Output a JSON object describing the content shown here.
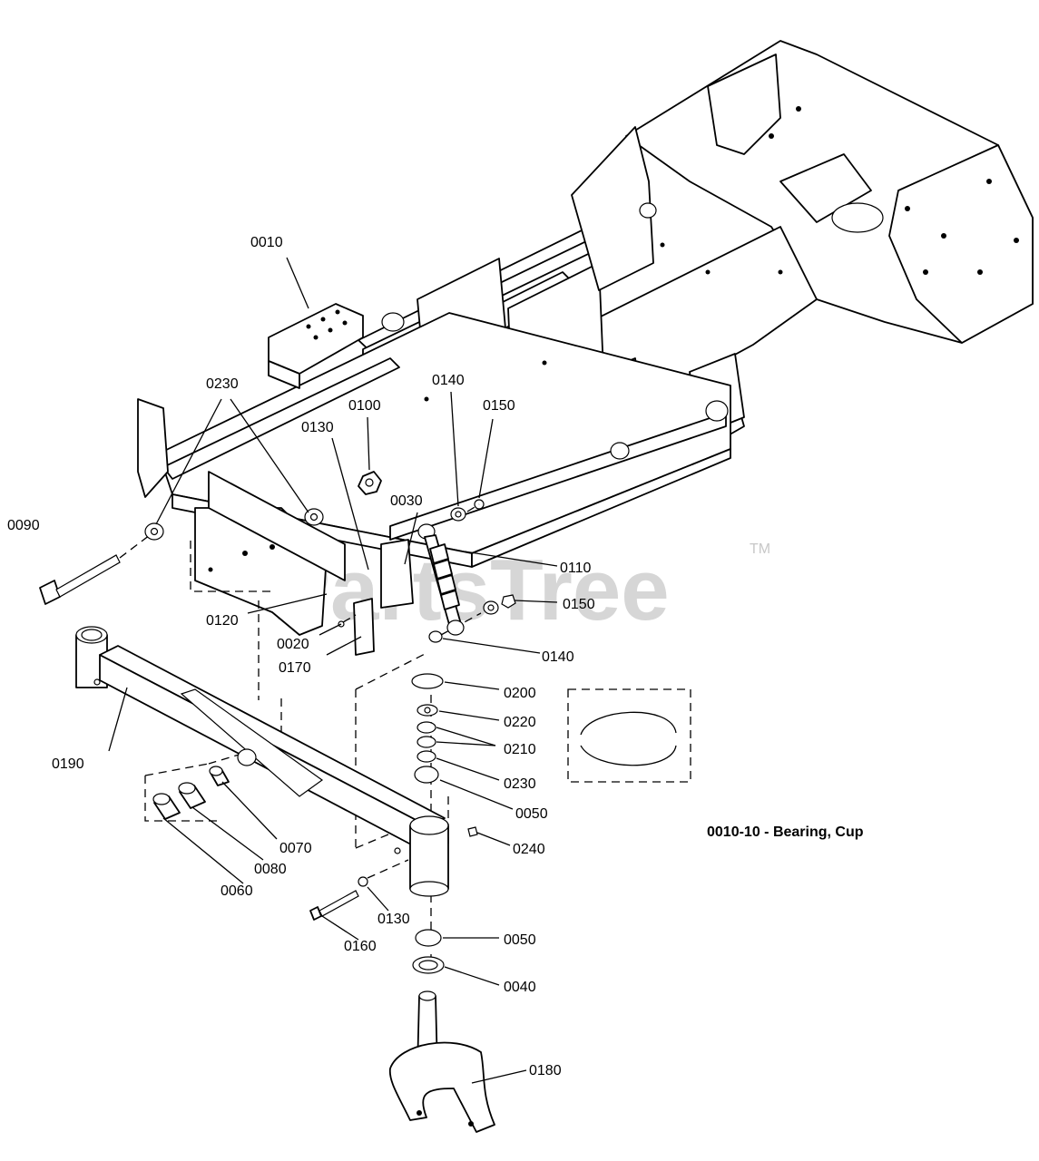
{
  "watermark": {
    "brand": "PartsTree",
    "trademark": "TM"
  },
  "callouts": {
    "c0010": "0010",
    "c0230_top": "0230",
    "c0100": "0100",
    "c0140_top": "0140",
    "c0150_top": "0150",
    "c0130_top": "0130",
    "c0030": "0030",
    "c0090": "0090",
    "c0110": "0110",
    "c0150_mid": "0150",
    "c0120": "0120",
    "c0020": "0020",
    "c0140_mid": "0140",
    "c0170": "0170",
    "c0200": "0200",
    "c0220": "0220",
    "c0210": "0210",
    "c0230_mid": "0230",
    "c0190": "0190",
    "c0050_top": "0050",
    "c0240": "0240",
    "c0070": "0070",
    "c0080": "0080",
    "c0060": "0060",
    "c0130_low": "0130",
    "c0160": "0160",
    "c0050_low": "0050",
    "c0040": "0040",
    "c0180": "0180"
  },
  "note": "0010-10 - Bearing, Cup"
}
